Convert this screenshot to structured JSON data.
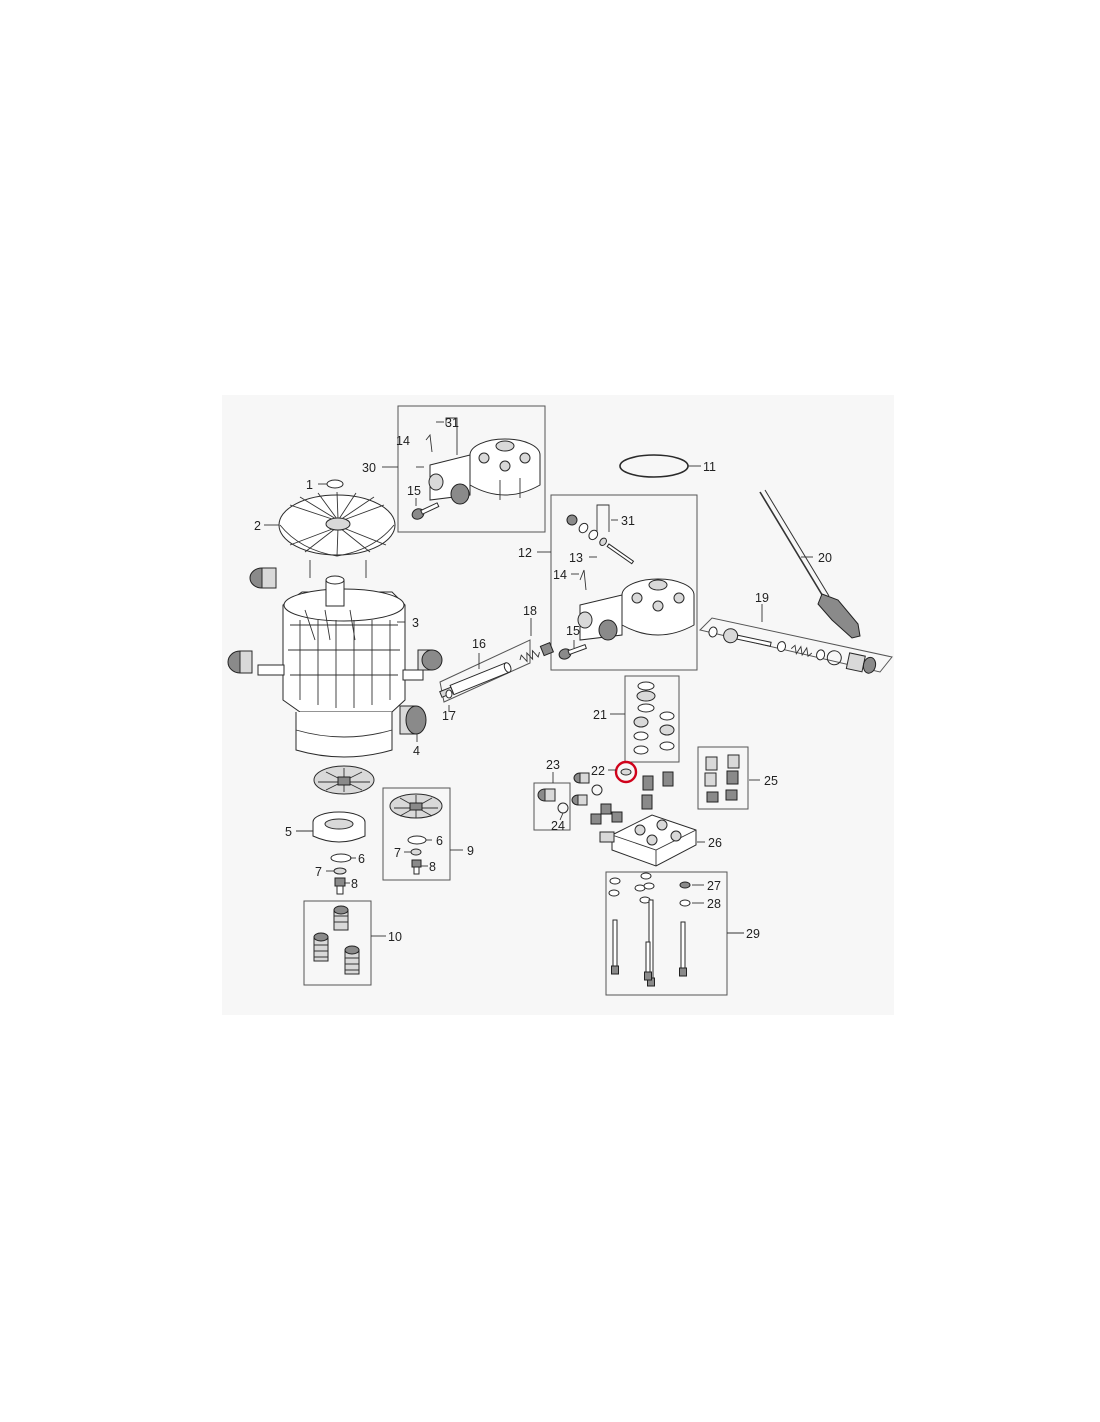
{
  "diagram": {
    "part_numbers": [
      "1",
      "2",
      "3",
      "4",
      "5",
      "6",
      "7",
      "8",
      "9",
      "10",
      "11",
      "12",
      "13",
      "14",
      "15",
      "16",
      "17",
      "18",
      "19",
      "20",
      "21",
      "22",
      "23",
      "24",
      "25",
      "26",
      "27",
      "28",
      "29",
      "30",
      "31"
    ],
    "highlighted_part": "22",
    "highlight_color": "#d0021b",
    "line_color": "#333333"
  }
}
